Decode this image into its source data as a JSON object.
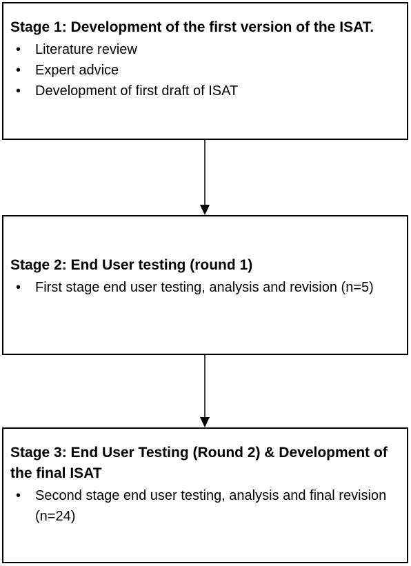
{
  "stages": [
    {
      "title": "Stage 1: Development of the first version of the ISAT.",
      "bullets": [
        "Literature review",
        "Expert advice",
        "Development  of first draft of ISAT"
      ]
    },
    {
      "title": "Stage 2:  End User testing (round 1)",
      "bullets": [
        "First stage end user testing, analysis and revision  (n=5)"
      ]
    },
    {
      "title": "Stage 3:  End User Testing (Round 2) & Development of the final ISAT",
      "bullets": [
        "Second stage end user testing, analysis and final revision  (n=24)"
      ]
    }
  ],
  "bullet_glyph": "•",
  "colors": {
    "border": "#000000",
    "text": "#000000",
    "background": "#ffffff"
  }
}
